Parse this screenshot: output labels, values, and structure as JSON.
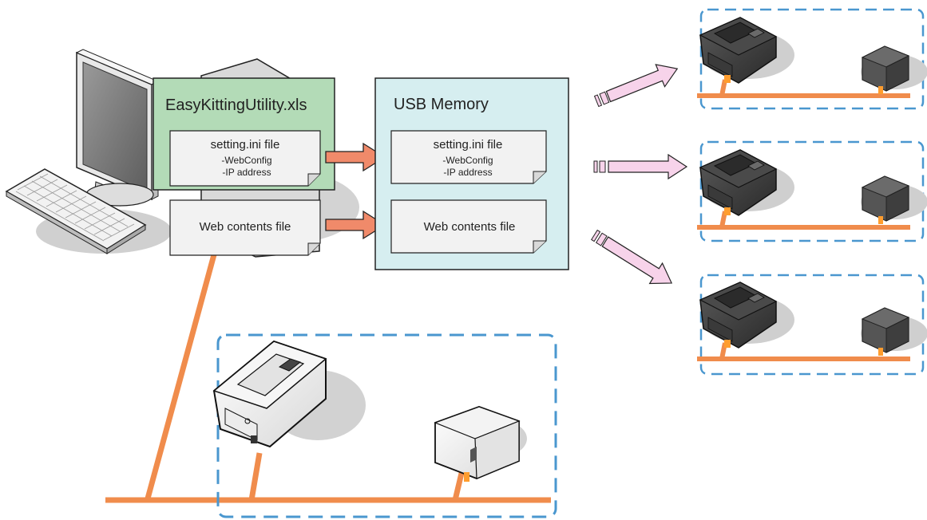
{
  "source_box": {
    "title": "EasyKittingUtility.xls",
    "ini_file": {
      "title": "setting.ini file",
      "line1": "-WebConfig",
      "line2": "-IP address"
    },
    "web_file": {
      "title": "Web contents file"
    }
  },
  "usb_box": {
    "title": "USB Memory",
    "ini_file": {
      "title": "setting.ini file",
      "line1": "-WebConfig",
      "line2": "-IP address"
    },
    "web_file": {
      "title": "Web contents file"
    }
  },
  "colors": {
    "excel_box": "#b3dbb7",
    "usb_box": "#d6eef0",
    "network_line": "#f08c4c",
    "copy_arrow": "#f08a6a",
    "deploy_arrow": "#f7d3ea",
    "dashed_group": "#4a97cf"
  },
  "icons": [
    "computer-icon",
    "keyboard-icon",
    "receipt-printer-icon",
    "kitchen-printer-icon"
  ]
}
